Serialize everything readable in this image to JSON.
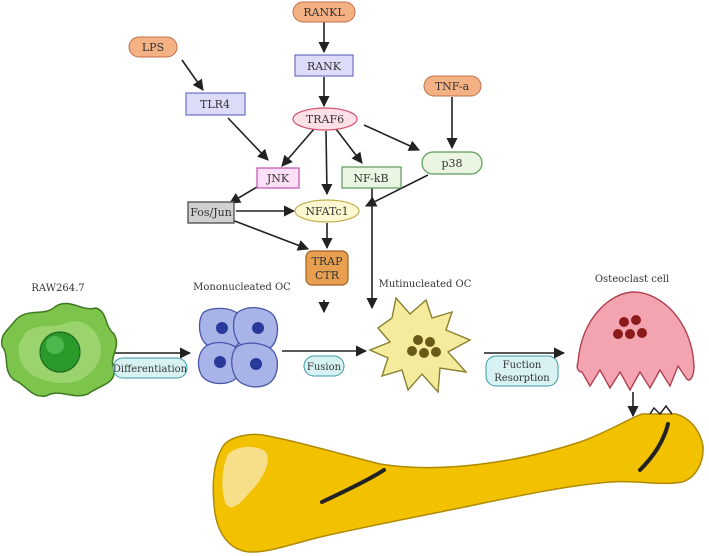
{
  "nodes": {
    "rankl": "RANKL",
    "rank": "RANK",
    "lps": "LPS",
    "tlr4": "TLR4",
    "traf6": "TRAF6",
    "tnfa": "TNF-a",
    "jnk": "JNK",
    "nfkb": "NF-kB",
    "p38": "p38",
    "fosjun": "Fos/Jun",
    "nfatc1": "NFATc1",
    "trap": "TRAP",
    "ctr": "CTR"
  },
  "cells": {
    "raw": "RAW264.7",
    "mono": "Mononucleated OC",
    "multi": "Mutinucleated OC",
    "osteo": "Osteoclast cell"
  },
  "steps": {
    "differentiation": "Differentiation",
    "fusion": "Fusion",
    "fuction": "Fuction",
    "resorption": "Resorption"
  },
  "colors": {
    "orange_fill": "#f4b183",
    "orange_stroke": "#c0704a",
    "purple_fill": "#dcdcf8",
    "purple_stroke": "#6e6ec0",
    "pink_fill": "#fde0e6",
    "pink_stroke": "#d05070",
    "green_fill": "#eaf6e2",
    "green_stroke": "#5a9a5a",
    "yellow_fill": "#fdf8d0",
    "trap_fill": "#e8a050",
    "cyan_fill": "#d8f2f4",
    "cyan_stroke": "#3a9aa6",
    "gray_fill": "#d0d0d0",
    "bone": "#f2c200"
  }
}
